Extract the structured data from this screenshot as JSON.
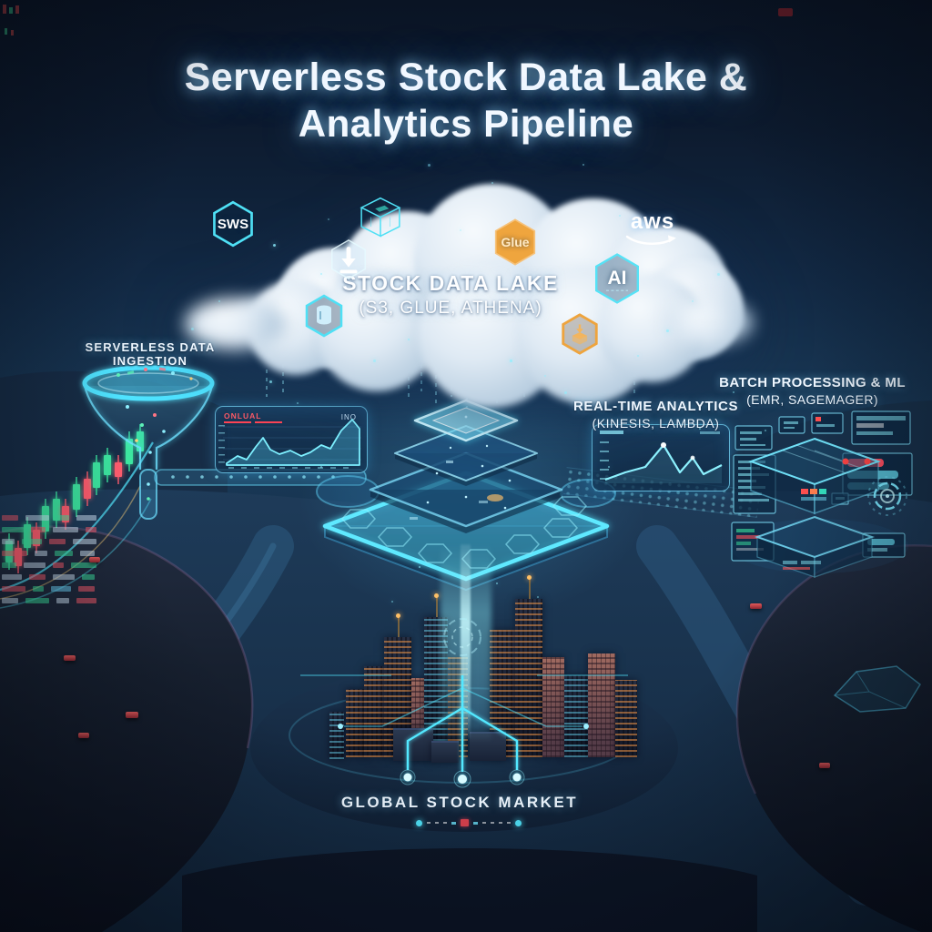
{
  "title": {
    "line1": "Serverless Stock Data Lake &",
    "line2": "Analytics Pipeline"
  },
  "cloud": {
    "title": "STOCK DATA LAKE",
    "subtitle": "(S3, GLUE, ATHENA)",
    "badges": {
      "sws": "SWS",
      "glue": "Glue",
      "aws": "aws",
      "ai": "AI"
    }
  },
  "labels": {
    "ingestion": "SERVERLESS DATA INGESTION",
    "realtime_line1": "REAL-TIME ANALYTICS",
    "realtime_line2": "(KINESIS, LAMBDA)",
    "batch_line1": "BATCH PROCESSING & ML",
    "batch_line2": "(EMR, SAGEMAGER)",
    "market": "GLOBAL STOCK MARKET"
  },
  "panels": {
    "ingest_chart": {
      "tag": "ONLUAL",
      "value": "INO"
    }
  },
  "icons": [
    "sws-hexagon-badge",
    "wireframe-cube-icon",
    "download-hexagon-icon",
    "glue-hexagon-badge",
    "aws-logo",
    "ai-hexagon-badge",
    "database-hexagon-icon",
    "package-hexagon-icon",
    "ingestion-funnel",
    "data-lake-pyramid",
    "candlestick-stream",
    "area-chart-panel",
    "line-chart-panel",
    "server-stack",
    "gear-dial-icon",
    "city-skyline",
    "data-beam",
    "circuit-nodes"
  ],
  "colors": {
    "accent_cyan": "#4fe0f5",
    "accent_orange": "#efa53e",
    "accent_red": "#ff5a66",
    "accent_green": "#3ce6a0",
    "cloud_white": "#e8f1f8",
    "title_white": "#f2f8ff",
    "bg_top": "#0a1424",
    "bg_mid": "#1a3a58"
  }
}
